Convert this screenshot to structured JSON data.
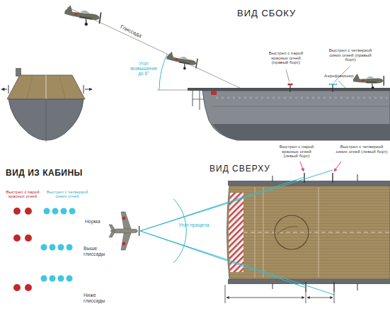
{
  "diagram": {
    "labels": [
      "ВИД СБОКУ",
      "Глиссада",
      "Угол возвышения до 6°",
      "Выстрел с парой красных огней (правый борт)",
      "Выстрел с четверкой синих огней (правый борт)",
      "Аэрофинишер",
      "ВИД ИЗ КАБИНЫ",
      "Выстрел с парой красных огней",
      "Выстрел с четверкой синих огней",
      "Норма",
      "Выше глиссады",
      "Ниже глиссады",
      "ВИД СВЕРХУ",
      "Угол прицела",
      "Выстрел с парой красных огней (левый борт)",
      "Выстрел с четверкой синих огней (левый борт)"
    ]
  }
}
